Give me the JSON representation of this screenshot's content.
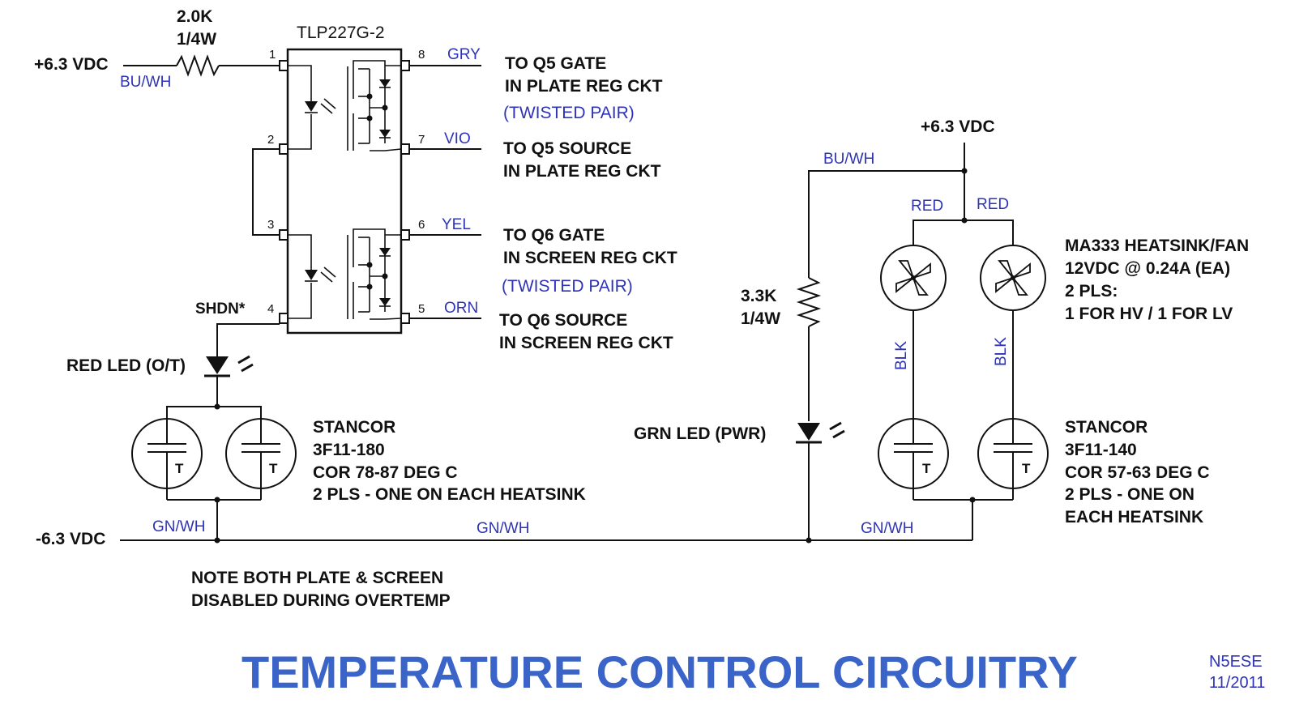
{
  "diagram": {
    "title": "TEMPERATURE CONTROL CIRCUITRY",
    "author": "N5ESE",
    "date": "11/2011"
  },
  "left": {
    "supply_pos": "+6.3 VDC",
    "supply_neg": "-6.3 VDC",
    "wire_buwh": "BU/WH",
    "resistor_value": "2.0K",
    "resistor_power": "1/4W",
    "ic_part": "TLP227G-2",
    "pins": [
      "1",
      "2",
      "3",
      "4",
      "5",
      "6",
      "7",
      "8"
    ],
    "wire_gry": "GRY",
    "wire_vio": "VIO",
    "wire_yel": "YEL",
    "wire_orn": "ORN",
    "q5_gate_1": "TO Q5 GATE",
    "q5_gate_2": "IN PLATE REG CKT",
    "twisted_1": "(TWISTED PAIR)",
    "q5_src_1": "TO Q5 SOURCE",
    "q5_src_2": "IN PLATE REG CKT",
    "q6_gate_1": "TO Q6 GATE",
    "q6_gate_2": "IN SCREEN REG CKT",
    "twisted_2": "(TWISTED PAIR)",
    "q6_src_1": "TO Q6 SOURCE",
    "q6_src_2": "IN SCREEN REG CKT",
    "shdn": "SHDN*",
    "red_led": "RED LED (O/T)",
    "therm_t": "T",
    "stancor_1": "STANCOR",
    "stancor_2": "3F11-180",
    "stancor_3": "COR 78-87 DEG C",
    "stancor_4": "2 PLS - ONE ON EACH HEATSINK",
    "gnwh_1": "GN/WH",
    "gnwh_2": "GN/WH",
    "note_1": "NOTE BOTH PLATE & SCREEN",
    "note_2": "DISABLED DURING OVERTEMP"
  },
  "right": {
    "supply_pos": "+6.3 VDC",
    "wire_buwh": "BU/WH",
    "red_1": "RED",
    "red_2": "RED",
    "resistor_value": "3.3K",
    "resistor_power": "1/4W",
    "fan_1": "MA333 HEATSINK/FAN",
    "fan_2": "12VDC @ 0.24A (EA)",
    "fan_3": "2 PLS:",
    "fan_4": "1 FOR HV / 1 FOR LV",
    "blk_1": "BLK",
    "blk_2": "BLK",
    "grn_led": "GRN LED (PWR)",
    "therm_t": "T",
    "stancor_1": "STANCOR",
    "stancor_2": "3F11-140",
    "stancor_3": "COR 57-63 DEG C",
    "stancor_4": "2 PLS - ONE ON",
    "stancor_5": "EACH HEATSINK",
    "gnwh": "GN/WH"
  }
}
